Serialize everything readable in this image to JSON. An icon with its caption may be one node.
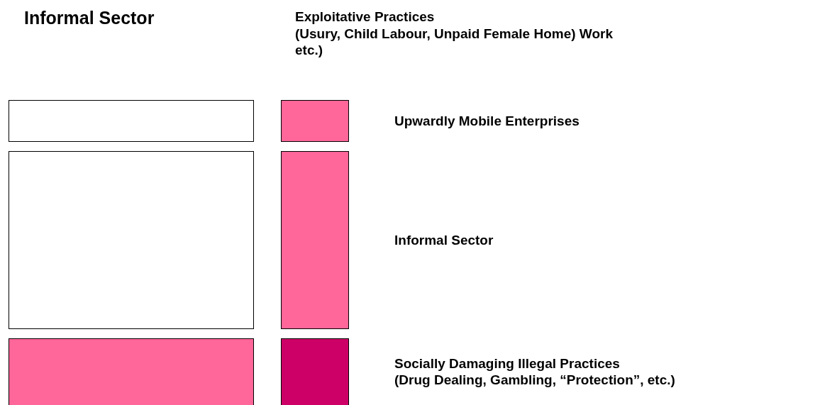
{
  "diagram": {
    "title": "Informal Sector",
    "nodes": [
      {
        "text": [],
        "shape": "box"
      },
      {
        "text": [],
        "shape": "box",
        "beside": [
          "Upwardly Mobile Enterprises"
        ]
      },
      {
        "text": [],
        "shape": "box"
      },
      {
        "text": [],
        "shape": "box",
        "beside": [
          "Informal Sector"
        ]
      },
      {
        "text": [],
        "shape": "box"
      },
      {
        "text": [],
        "shape": "box",
        "beside": [
          "Socially Damaging Illegal Practices",
          "(Drug Dealing, Gambling, “Protection”, etc.)"
        ]
      }
    ],
    "labels": [
      "Exploitative Practices",
      "(Usury, Child Labour, Unpaid Female Home) Work etc.)"
    ]
  }
}
